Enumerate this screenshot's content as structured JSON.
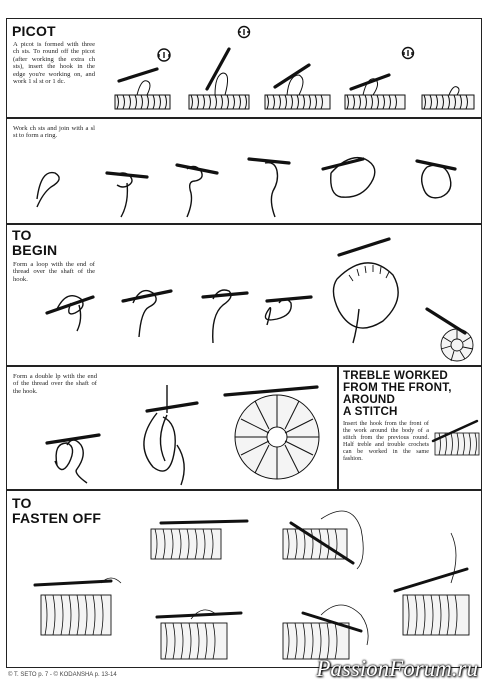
{
  "picot": {
    "title": "PICOT",
    "text": "A picot is formed with three ch sts. To round off the picot (after working the extra ch sts), insert the hook in the edge you're working on, and work 1 sl st or 1 dc."
  },
  "ring": {
    "text": "Work ch sts and join with a sl st to form a ring."
  },
  "to_begin": {
    "title_line1": "TO",
    "title_line2": "BEGIN",
    "text": "Form a loop with the end of thread over the shaft of the hook."
  },
  "double_loop": {
    "text": "Form a double lp with the end of the thread over the shaft of the hook."
  },
  "treble": {
    "title_line1": "TREBLE WORKED",
    "title_line2": "FROM THE FRONT,",
    "title_line3": "AROUND",
    "title_line4": "A STITCH",
    "text": "Insert the hook from the front of the work around the body of a stitch from the previous round. Half treble and trouble crochets can be worked in the same fashion."
  },
  "fasten_off": {
    "title_line1": "TO",
    "title_line2": "FASTEN OFF"
  },
  "footer": {
    "text": "© T. SETO p. 7 - © KODANSHA p. 13-14"
  },
  "watermark": {
    "text": "PassionForum.ru"
  }
}
